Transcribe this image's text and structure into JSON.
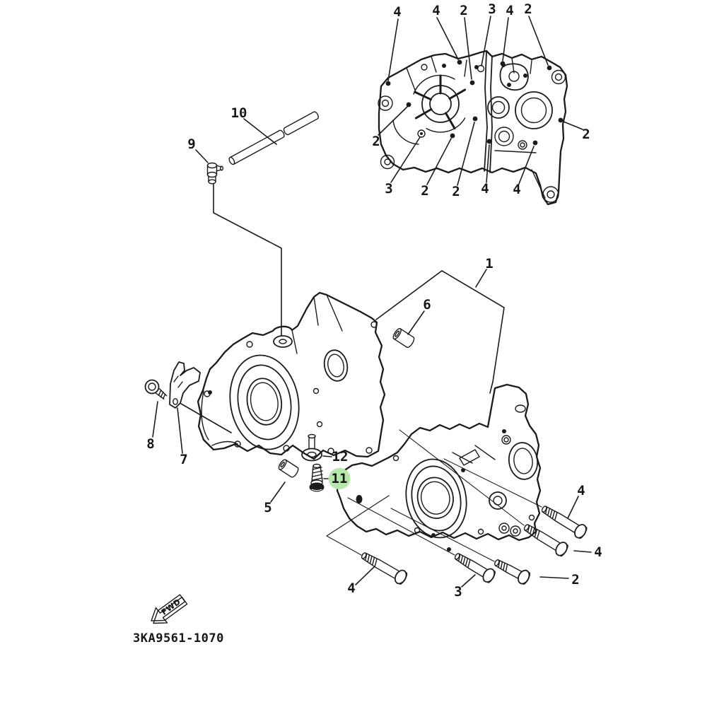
{
  "footer": {
    "drawing_number": "3KA9561-1070"
  },
  "fwd_arrow": {
    "label": "FWD"
  },
  "highlight": {
    "color": "#b5e8aa",
    "highlighted_callout": "11"
  },
  "callouts": [
    {
      "label": "4"
    },
    {
      "label": "4"
    },
    {
      "label": "2"
    },
    {
      "label": "3"
    },
    {
      "label": "4"
    },
    {
      "label": "2"
    },
    {
      "label": "2"
    },
    {
      "label": "3"
    },
    {
      "label": "2"
    },
    {
      "label": "2"
    },
    {
      "label": "4"
    },
    {
      "label": "4"
    },
    {
      "label": "2"
    },
    {
      "label": "10"
    },
    {
      "label": "9"
    },
    {
      "label": "1"
    },
    {
      "label": "6"
    },
    {
      "label": "8"
    },
    {
      "label": "7"
    },
    {
      "label": "5"
    },
    {
      "label": "12"
    },
    {
      "label": "11"
    },
    {
      "label": "4"
    },
    {
      "label": "4"
    },
    {
      "label": "2"
    },
    {
      "label": "3"
    },
    {
      "label": "4"
    }
  ]
}
